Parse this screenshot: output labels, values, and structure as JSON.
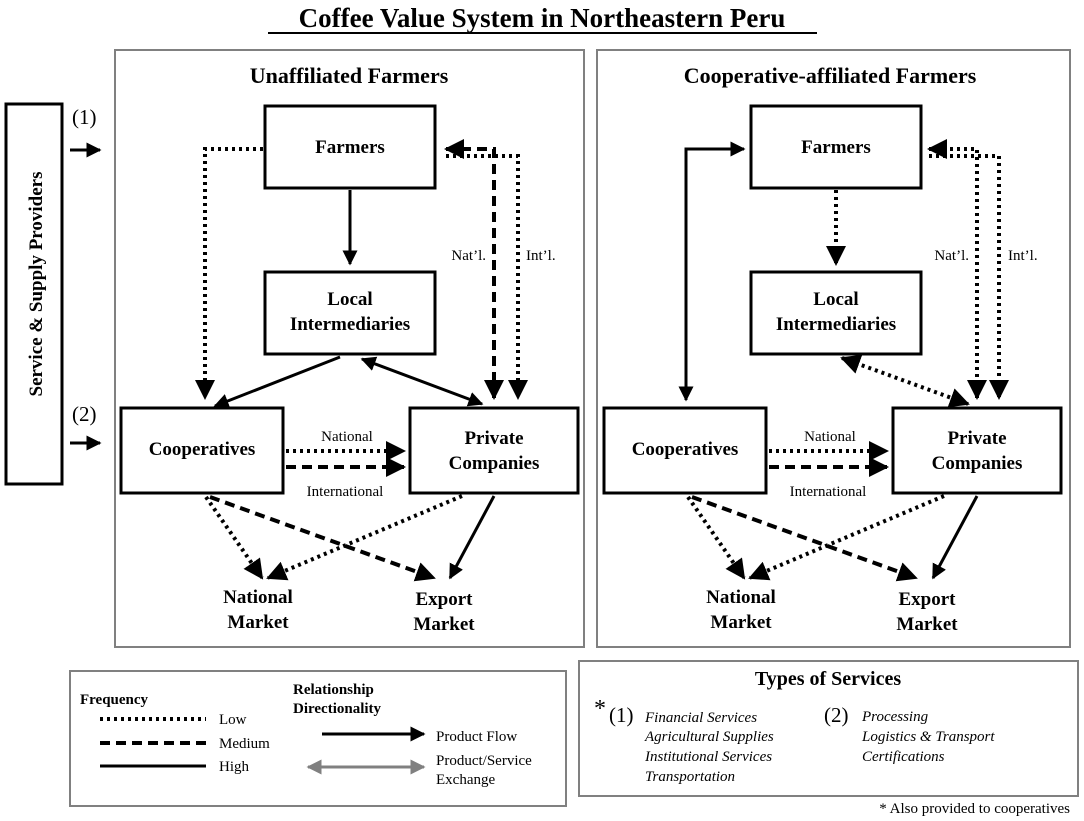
{
  "title": "Coffee Value System in Northeastern Peru",
  "side_label": "Service & Supply Providers",
  "side_markers": [
    "(1)",
    "(2)"
  ],
  "panels": [
    {
      "title": "Unaffiliated Farmers",
      "nodes": {
        "farmers": "Farmers",
        "local_1": "Local",
        "local_2": "Intermediaries",
        "coops": "Cooperatives",
        "private_1": "Private",
        "private_2": "Companies",
        "national_1": "National",
        "national_2": "Market",
        "export_1": "Export",
        "export_2": "Market"
      },
      "labels": {
        "natl": "Nat’l.",
        "intl": "Int’l.",
        "national": "National",
        "international": "International"
      }
    },
    {
      "title": "Cooperative-affiliated Farmers",
      "nodes": {
        "farmers": "Farmers",
        "local_1": "Local",
        "local_2": "Intermediaries",
        "coops": "Cooperatives",
        "private_1": "Private",
        "private_2": "Companies",
        "national_1": "National",
        "national_2": "Market",
        "export_1": "Export",
        "export_2": "Market"
      },
      "labels": {
        "natl": "Nat’l.",
        "intl": "Int’l.",
        "national": "National",
        "international": "International"
      }
    }
  ],
  "legend": {
    "frequency_title": "Frequency",
    "low": "Low",
    "medium": "Medium",
    "high": "High",
    "direction_title_1": "Relationship",
    "direction_title_2": "Directionality",
    "product_flow": "Product Flow",
    "exchange_1": "Product/Service",
    "exchange_2": "Exchange",
    "exchange_color": "#808080"
  },
  "services": {
    "title": "Types of Services",
    "asterisk": "*",
    "group1_marker": "(1)",
    "group1": [
      "Financial Services",
      "Agricultural Supplies",
      "Institutional Services",
      "Transportation"
    ],
    "group2_marker": "(2)",
    "group2": [
      "Processing",
      "Logistics & Transport",
      "Certifications"
    ]
  },
  "footnote": "* Also provided to cooperatives"
}
